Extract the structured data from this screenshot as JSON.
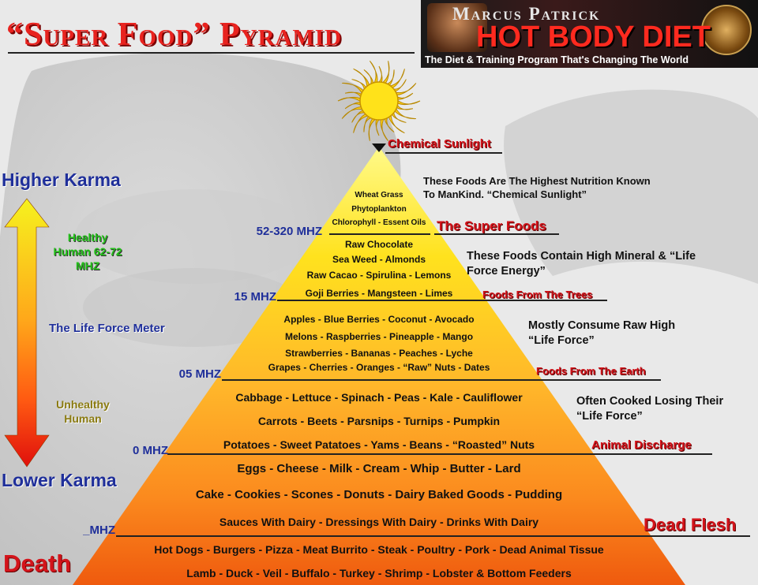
{
  "header": {
    "title": "“Super Food” Pyramid",
    "brand_subtitle": "Marcus Patrick",
    "brand_title": "Hot Body Diet",
    "brand_tagline": "The Diet & Training Program That's Changing The World",
    "seal_text": "Marcus Patrick Hot Body"
  },
  "meter": {
    "top_label": "Higher Karma",
    "bottom_label": "Lower Karma",
    "healthy_label": "Healthy Human 62-72 MHZ",
    "life_force_label": "The Life Force Meter",
    "unhealthy_label": "Unhealthy Human",
    "death_label": "Death"
  },
  "apex_label": "Chemical Sunlight",
  "frequencies": [
    "52-320 MHZ",
    "15 MHZ",
    "05 MHZ",
    "0 MHZ",
    "_MHZ"
  ],
  "tiers": [
    {
      "name": "The Super Foods",
      "description": "These Foods Are The Highest Nutrition Known To ManKind.  “Chemical Sunlight”",
      "lines": [
        "Wheat Grass",
        "Phytoplankton",
        "Chlorophyll - Essent Oils"
      ]
    },
    {
      "name": "Foods From The Trees",
      "description": "These Foods Contain High Mineral & “Life Force Energy”",
      "lines": [
        "Raw Chocolate",
        "Sea Weed - Almonds",
        "Raw Cacao  -  Spirulina  -  Lemons",
        "Goji Berries  -  Mangsteen  -  Limes"
      ]
    },
    {
      "name": "Foods From The Earth",
      "description": "Mostly Consume Raw High “Life Force”",
      "lines": [
        "Apples  -  Blue Berries  -  Coconut  -  Avocado",
        "Melons  -  Raspberries  -  Pineapple  -  Mango",
        "Strawberries  -  Bananas  -  Peaches  -  Lyche",
        "Grapes  -  Cherries  -  Oranges  -  “Raw” Nuts  -  Dates"
      ]
    },
    {
      "name": "Animal Discharge",
      "description": "Often Cooked Losing Their “Life Force”",
      "lines": [
        "Cabbage  -  Lettuce  -  Spinach  -  Peas  -  Kale  -  Cauliflower",
        "Carrots  -  Beets  -  Parsnips  -  Turnips  -  Pumpkin",
        "Potatoes  -  Sweet Patatoes  -  Yams  -  Beans  -  “Roasted” Nuts"
      ]
    },
    {
      "name": "Dead Flesh",
      "description": "",
      "lines": [
        "Eggs  -  Cheese  -  Milk  -  Cream  -  Whip  -  Butter  -  Lard",
        "Cake  -  Cookies  -  Scones  -  Donuts  -  Dairy Baked Goods  -  Pudding",
        "Sauces With Dairy  -  Dressings With Dairy  -  Drinks With Dairy"
      ]
    },
    {
      "name": "",
      "description": "",
      "lines": [
        "Hot Dogs  -  Burgers  -  Pizza  -  Meat Burrito  -  Steak  -  Poultry  -  Pork  -  Dead Animal Tissue",
        "Lamb  -  Duck  -  Veil  -  Buffalo  -  Turkey  -  Shrimp  -  Lobster & Bottom Feeders"
      ]
    }
  ],
  "colors": {
    "title_red": "#e8231f",
    "karma_blue": "#1f2f9a",
    "healthy_green": "#24c21a",
    "category_red": "#d3141b",
    "pyramid_top": "#fff25a",
    "pyramid_bottom": "#f26a10"
  }
}
